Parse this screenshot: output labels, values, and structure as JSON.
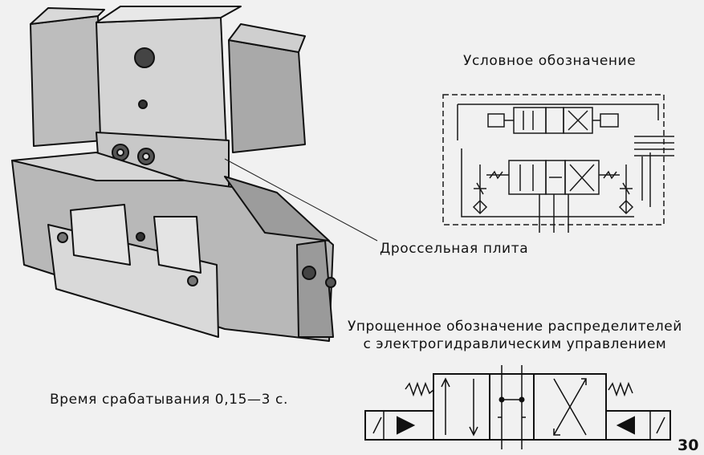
{
  "labels": {
    "symbol_title": "Условное обозначение",
    "throttle_plate": "Дроссельная плита",
    "simplified_line1": "Упрощенное обозначение распределителей",
    "simplified_line2": "с электрогидравлическим управлением",
    "response_time": "Время срабатывания 0,15—3 с.",
    "page_number": "30"
  }
}
